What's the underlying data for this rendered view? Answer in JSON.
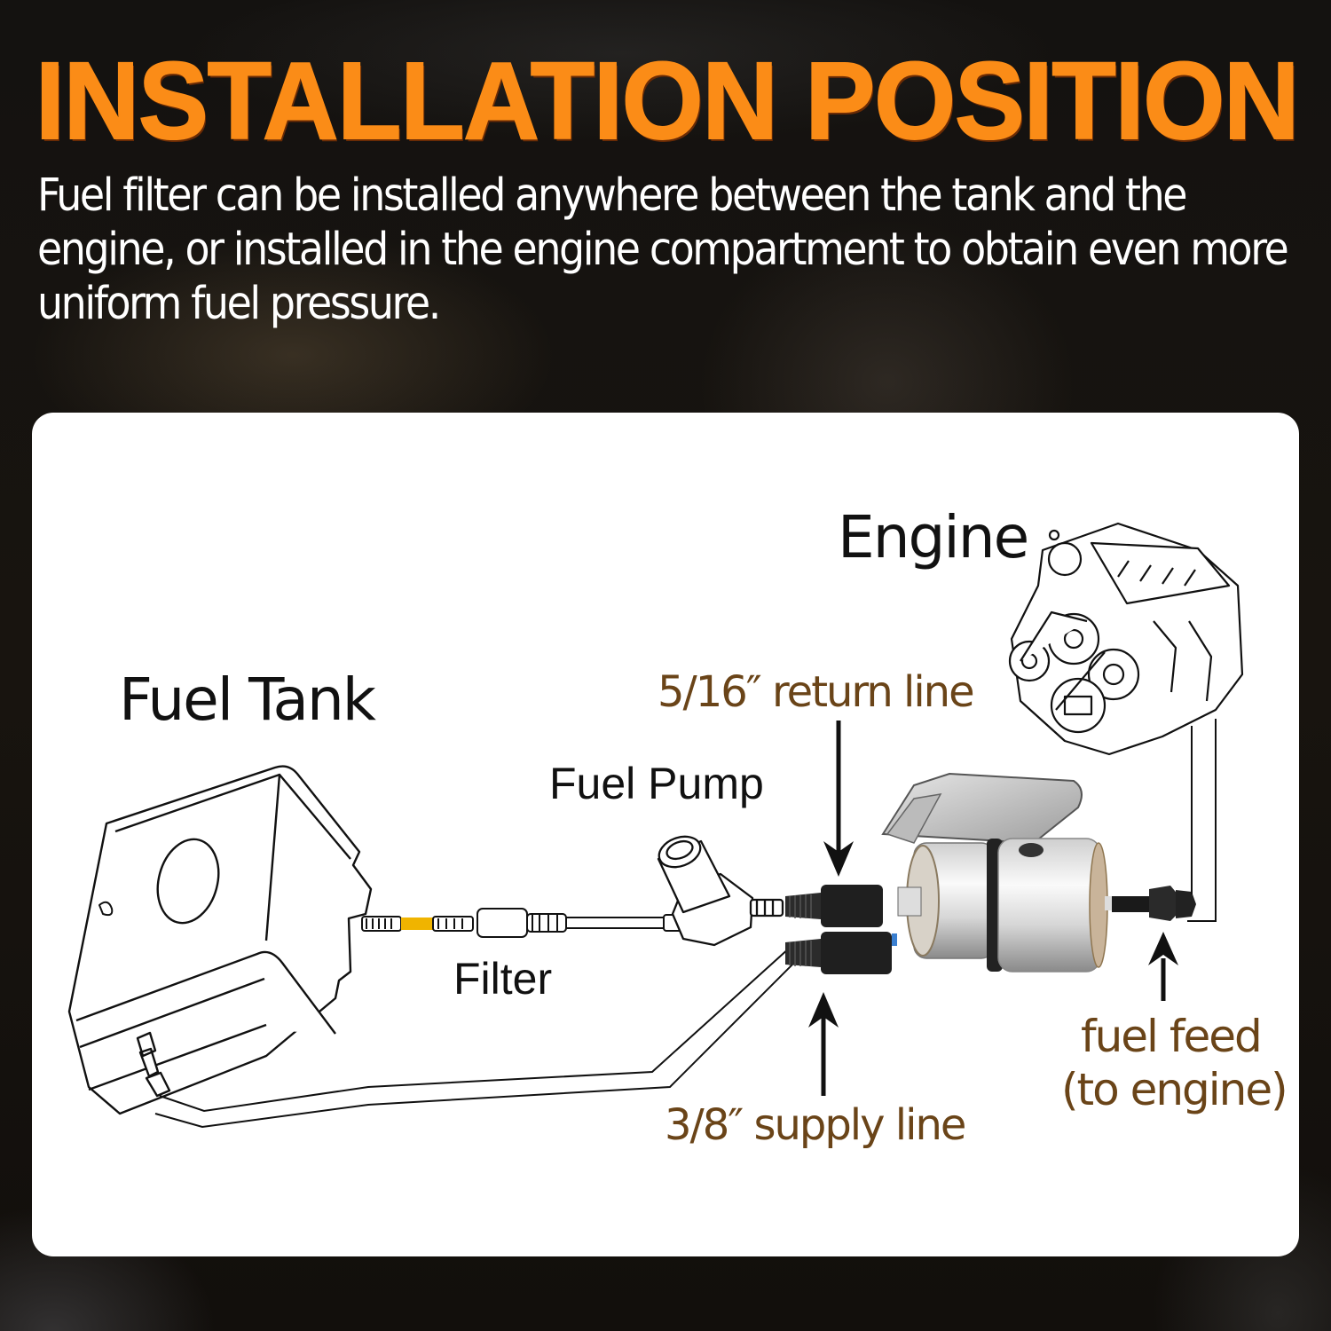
{
  "header": {
    "title": "INSTALLATION POSITION",
    "description": "Fuel filter can be installed anywhere between the tank and the engine, or installed in the engine compartment to obtain even more uniform fuel pressure."
  },
  "colors": {
    "title_orange": "#fb8c17",
    "label_brown": "#6a4418",
    "panel_bg": "#ffffff",
    "page_bg": "#15120e",
    "filter_highlight": "#f0b400"
  },
  "diagram": {
    "labels": {
      "engine": "Engine",
      "fuel_tank": "Fuel Tank",
      "fuel_pump": "Fuel Pump",
      "filter": "Filter",
      "return_line": "5/16″  return line",
      "supply_line": "3/8″  supply line",
      "fuel_feed_line1": "fuel feed",
      "fuel_feed_line2": "(to engine)"
    },
    "components": [
      {
        "id": "fuel-tank",
        "label": "Fuel Tank"
      },
      {
        "id": "inline-filter",
        "label": "Filter"
      },
      {
        "id": "fuel-pump",
        "label": "Fuel Pump"
      },
      {
        "id": "fuel-pressure-regulator",
        "label": ""
      },
      {
        "id": "engine",
        "label": "Engine"
      }
    ],
    "arrows": [
      {
        "target": "return-line-port",
        "direction": "down",
        "label": "5/16″ return line"
      },
      {
        "target": "supply-line-port",
        "direction": "up",
        "label": "3/8″ supply line"
      },
      {
        "target": "fuel-feed-port",
        "direction": "up",
        "label": "fuel feed (to engine)"
      }
    ]
  }
}
